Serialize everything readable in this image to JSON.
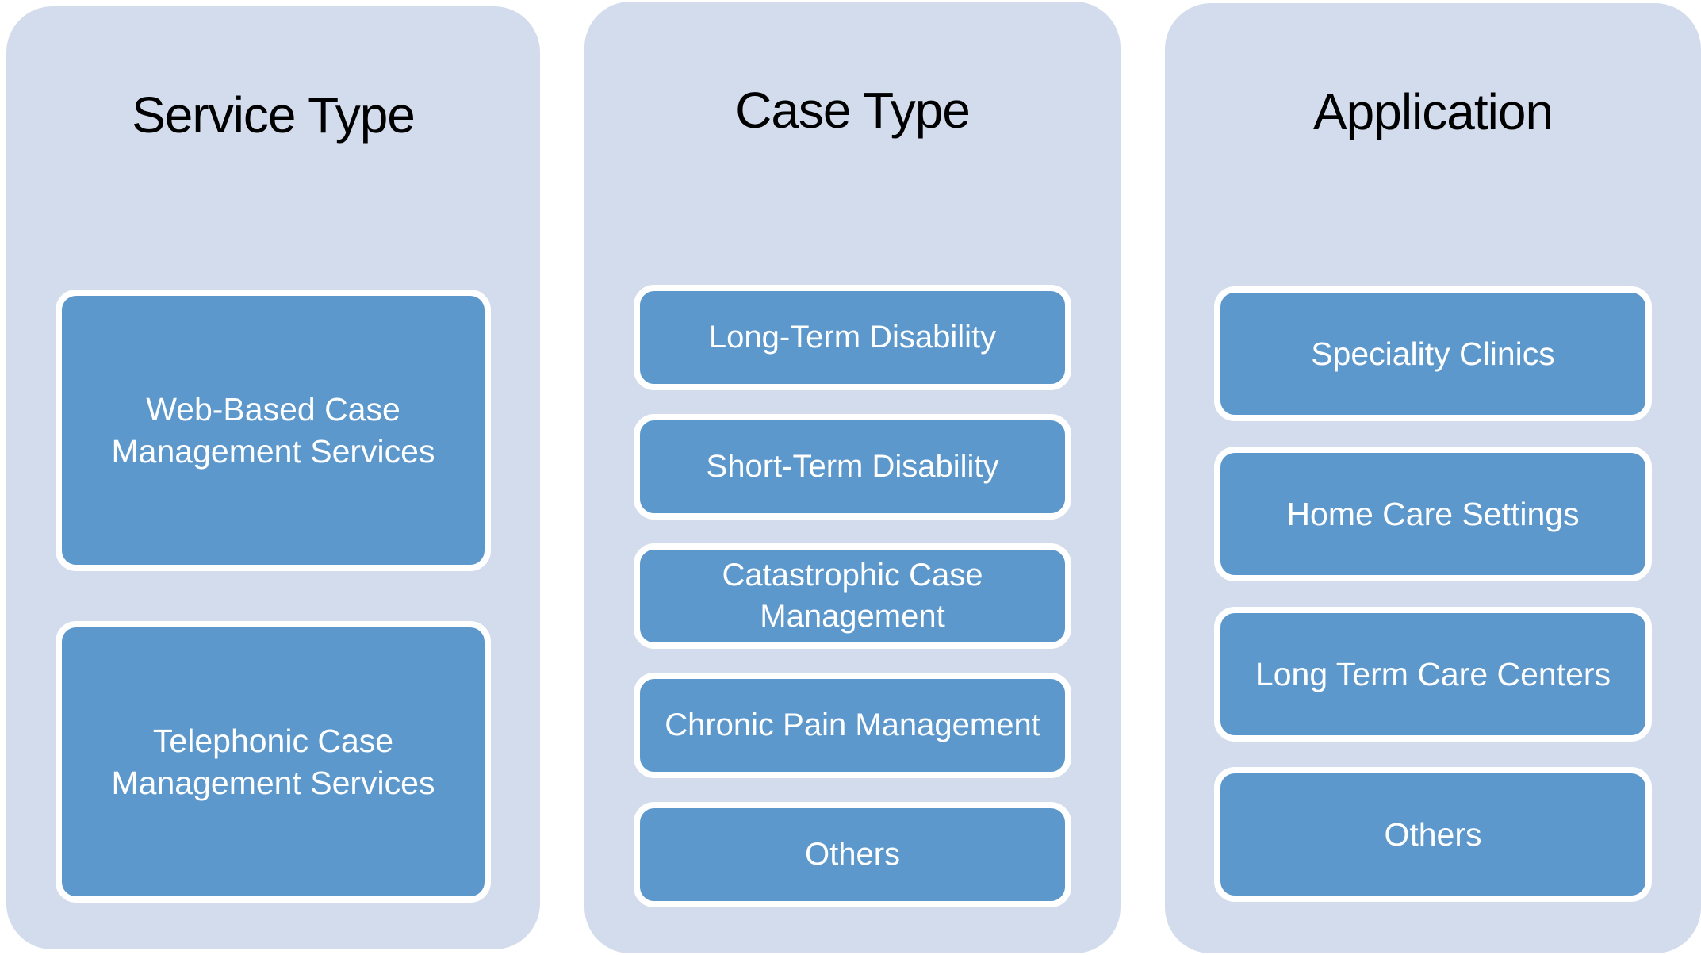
{
  "diagram": {
    "columns": [
      {
        "title": "Service Type",
        "items": [
          "Web-Based Case Management Services",
          "Telephonic Case Management Services"
        ]
      },
      {
        "title": "Case Type",
        "items": [
          "Long-Term Disability",
          "Short-Term Disability",
          "Catastrophic Case Management",
          "Chronic Pain Management",
          "Others"
        ]
      },
      {
        "title": "Application",
        "items": [
          "Speciality Clinics",
          "Home Care Settings",
          "Long Term Care Centers",
          "Others"
        ]
      }
    ],
    "colors": {
      "page_background": "#FFFFFF",
      "panel_background": "#D3DCEC",
      "box_fill": "#5D98CD",
      "box_border": "#FFFFFF",
      "box_text": "#FFFFFF",
      "title_text": "#000000"
    }
  }
}
